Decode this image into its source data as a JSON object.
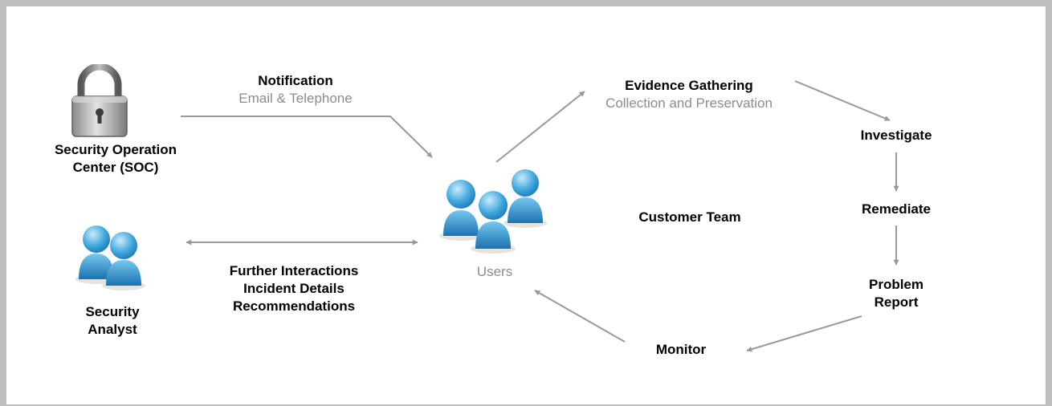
{
  "nodes": {
    "soc": {
      "line1": "Security Operation",
      "line2": "Center (SOC)",
      "icon": "padlock-icon"
    },
    "analyst": {
      "line1": "Security",
      "line2": "Analyst",
      "icon": "analysts-icon"
    },
    "users": {
      "label": "Users",
      "icon": "users-icon"
    },
    "customer_team": {
      "label": "Customer Team"
    },
    "investigate": {
      "label": "Investigate"
    },
    "remediate": {
      "label": "Remediate"
    },
    "problem_report": {
      "line1": "Problem",
      "line2": "Report"
    },
    "monitor": {
      "label": "Monitor"
    }
  },
  "edges": {
    "notification": {
      "title": "Notification",
      "subtitle": "Email & Telephone"
    },
    "evidence": {
      "title": "Evidence Gathering",
      "subtitle": "Collection and Preservation"
    },
    "interactions": {
      "line1": "Further Interactions",
      "line2": "Incident Details",
      "line3": "Recommendations"
    }
  },
  "colors": {
    "frame": "#bcbec0",
    "arrow": "#999999",
    "secondary_text": "#8c8c8c",
    "person_blue": "#3ea6de"
  }
}
